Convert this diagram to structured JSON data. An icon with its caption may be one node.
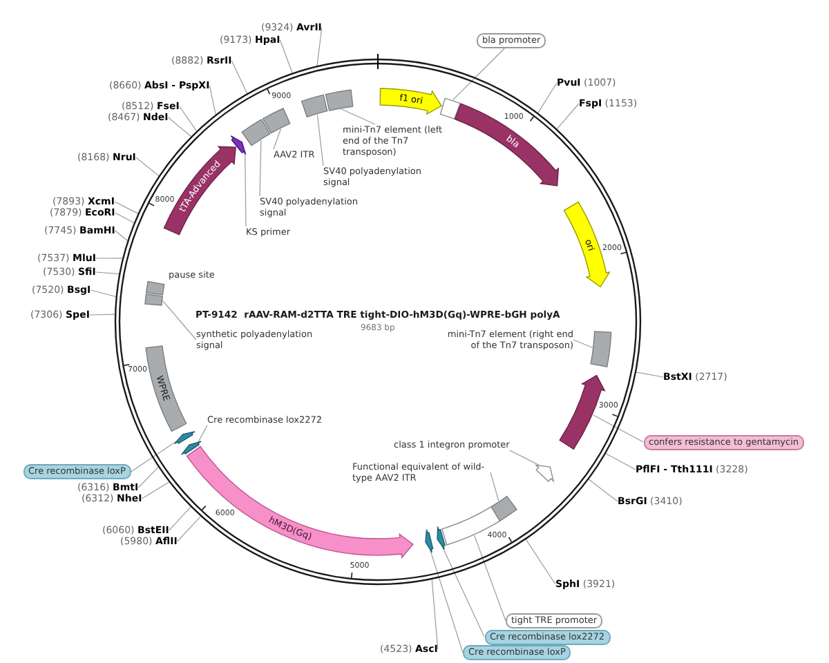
{
  "diagram": {
    "title": "PT-9142  rAAV-RAM-d2TTA TRE tight-DIO-hM3D(Gq)-WPRE-bGH polyA",
    "nodes": [
      {
        "text": [
          "f1 ori"
        ]
      },
      {
        "text": [],
        "shape": "box"
      },
      {
        "text": [
          "bla"
        ]
      },
      {
        "text": [
          "ori"
        ]
      },
      {
        "text": [],
        "shape": "box"
      },
      {
        "text": [],
        "shape": "arrow"
      },
      {
        "text": [],
        "shape": "arrow"
      },
      {
        "text": [],
        "shape": "box"
      },
      {
        "text": [],
        "shape": "box"
      },
      {
        "text": [],
        "shape": "arrow"
      },
      {
        "text": [],
        "shape": "arrow"
      },
      {
        "text": [
          "hM3D(Gq)"
        ]
      },
      {
        "text": [],
        "shape": "arrow"
      },
      {
        "text": [],
        "shape": "arrow"
      },
      {
        "text": [
          "WPRE"
        ]
      },
      {
        "text": [],
        "shape": "box"
      },
      {
        "text": [],
        "shape": "box",
        "beside": [
          "pause site"
        ]
      },
      {
        "text": [
          "tTA-Advanced"
        ]
      },
      {
        "text": [],
        "shape": "arrow"
      },
      {
        "text": [],
        "shape": "box"
      },
      {
        "text": [],
        "shape": "box"
      },
      {
        "text": [],
        "shape": "box"
      },
      {
        "text": [],
        "shape": "box"
      },
      {
        "text": [
          "mini-Tn7 element (right end of the Tn7 transposon)"
        ]
      },
      {
        "text": [
          "class 1 integron promoter"
        ]
      },
      {
        "text": [
          "Functional equivalent of wild-type AAV2 ITR"
        ]
      },
      {
        "text": [
          "Cre recombinase lox2272"
        ]
      },
      {
        "text": [
          "synthetic polyadenylation signal"
        ]
      },
      {
        "text": [
          "KS primer"
        ]
      },
      {
        "text": [
          "SV40 polyadenylation signal"
        ]
      },
      {
        "text": [
          "AAV2 ITR"
        ]
      },
      {
        "text": [
          "SV40 polyadenylation signal"
        ]
      },
      {
        "text": [
          "mini-Tn7 element (left end of the Tn7 transposon)"
        ]
      },
      {
        "text": [
          "bla promoter"
        ]
      },
      {
        "text": [
          "confers resistance to gentamycin"
        ]
      },
      {
        "text": [
          "tight TRE promoter"
        ]
      },
      {
        "text": [
          "Cre recombinase lox2272"
        ]
      },
      {
        "text": [
          "Cre recombinase loxP"
        ]
      },
      {
        "text": [
          "Cre recombinase loxP"
        ]
      },
      {
        "text": [
          "(9324) **AvrII**"
        ]
      },
      {
        "text": [
          "(9173) **HpaI**"
        ]
      },
      {
        "text": [
          "(8882) **RsrII**"
        ]
      },
      {
        "text": [
          "(8660) **AbsI - PspXI**"
        ]
      },
      {
        "text": [
          "(8512) **FseI**"
        ]
      },
      {
        "text": [
          "(8467) **NdeI**"
        ]
      },
      {
        "text": [
          "(8168) **NruI**"
        ]
      },
      {
        "text": [
          "(7893) **XcmI**"
        ]
      },
      {
        "text": [
          "(7879) **EcoRI**"
        ]
      },
      {
        "text": [
          "(7745) **BamHI**"
        ]
      },
      {
        "text": [
          "(7537) **MluI**"
        ]
      },
      {
        "text": [
          "(7530) **SfiI**"
        ]
      },
      {
        "text": [
          "(7520) **BsgI**"
        ]
      },
      {
        "text": [
          "(7306) **SpeI**"
        ]
      },
      {
        "text": [
          "(6316) **BmtI**"
        ]
      },
      {
        "text": [
          "(6312) **NheI**"
        ]
      },
      {
        "text": [
          "(6060) **BstEII**"
        ]
      },
      {
        "text": [
          "(5980) **AflII**"
        ]
      },
      {
        "text": [
          "(4523) **AscI**"
        ]
      },
      {
        "text": [
          "**SphI** (3921)"
        ]
      },
      {
        "text": [
          "**BsrGI** (3410)"
        ]
      },
      {
        "text": [
          "**PflFI - Tth111I** (3228)"
        ]
      },
      {
        "text": [
          "**BstXI** (2717)"
        ]
      },
      {
        "text": [
          "**FspI** (1153)"
        ]
      },
      {
        "text": [
          "**PvuI** (1007)"
        ]
      }
    ],
    "edges": [
      {
        "from": 23,
        "to": 4,
        "arrow": "none"
      },
      {
        "from": 24,
        "to": 6,
        "arrow": "none"
      },
      {
        "from": 25,
        "to": 7,
        "arrow": "none"
      },
      {
        "from": 26,
        "to": 12,
        "arrow": "none"
      },
      {
        "from": 27,
        "to": 15,
        "arrow": "none"
      },
      {
        "from": 28,
        "to": 18,
        "arrow": "none"
      },
      {
        "from": 29,
        "to": 19,
        "arrow": "none"
      },
      {
        "from": 30,
        "to": 20,
        "arrow": "none"
      },
      {
        "from": 31,
        "to": 21,
        "arrow": "none"
      },
      {
        "from": 32,
        "to": 22,
        "arrow": "none"
      },
      {
        "from": 33,
        "to": 1,
        "arrow": "none"
      },
      {
        "from": 34,
        "to": 5,
        "arrow": "none"
      },
      {
        "from": 35,
        "to": 8,
        "arrow": "none"
      },
      {
        "from": 36,
        "to": 9,
        "arrow": "none"
      },
      {
        "from": 37,
        "to": 10,
        "arrow": "none"
      },
      {
        "from": 38,
        "to": 13,
        "arrow": "none"
      },
      {
        "from": 39,
        "to": null,
        "arrow": "none"
      },
      {
        "from": 40,
        "to": null,
        "arrow": "none"
      },
      {
        "from": 41,
        "to": null,
        "arrow": "none"
      },
      {
        "from": 42,
        "to": null,
        "arrow": "none"
      },
      {
        "from": 43,
        "to": null,
        "arrow": "none"
      },
      {
        "from": 44,
        "to": null,
        "arrow": "none"
      },
      {
        "from": 45,
        "to": null,
        "arrow": "none"
      },
      {
        "from": 46,
        "to": null,
        "arrow": "none"
      },
      {
        "from": 47,
        "to": null,
        "arrow": "none"
      },
      {
        "from": 48,
        "to": null,
        "arrow": "none"
      },
      {
        "from": 49,
        "to": null,
        "arrow": "none"
      },
      {
        "from": 50,
        "to": null,
        "arrow": "none"
      },
      {
        "from": 51,
        "to": null,
        "arrow": "none"
      },
      {
        "from": 52,
        "to": null,
        "arrow": "none"
      },
      {
        "from": 53,
        "to": null,
        "arrow": "none"
      },
      {
        "from": 54,
        "to": null,
        "arrow": "none"
      },
      {
        "from": 55,
        "to": null,
        "arrow": "none"
      },
      {
        "from": 56,
        "to": null,
        "arrow": "none"
      },
      {
        "from": 57,
        "to": null,
        "arrow": "none"
      },
      {
        "from": 58,
        "to": null,
        "arrow": "none"
      },
      {
        "from": 59,
        "to": null,
        "arrow": "none"
      },
      {
        "from": 60,
        "to": null,
        "arrow": "none"
      },
      {
        "from": 61,
        "to": null,
        "arrow": "none"
      },
      {
        "from": 62,
        "to": null,
        "arrow": "none"
      },
      {
        "from": 63,
        "to": null,
        "arrow": "none"
      }
    ],
    "labels": [
      "9683 bp",
      "1000",
      "2000",
      "3000",
      "4000",
      "5000",
      "6000",
      "7000",
      "8000",
      "9000"
    ]
  }
}
